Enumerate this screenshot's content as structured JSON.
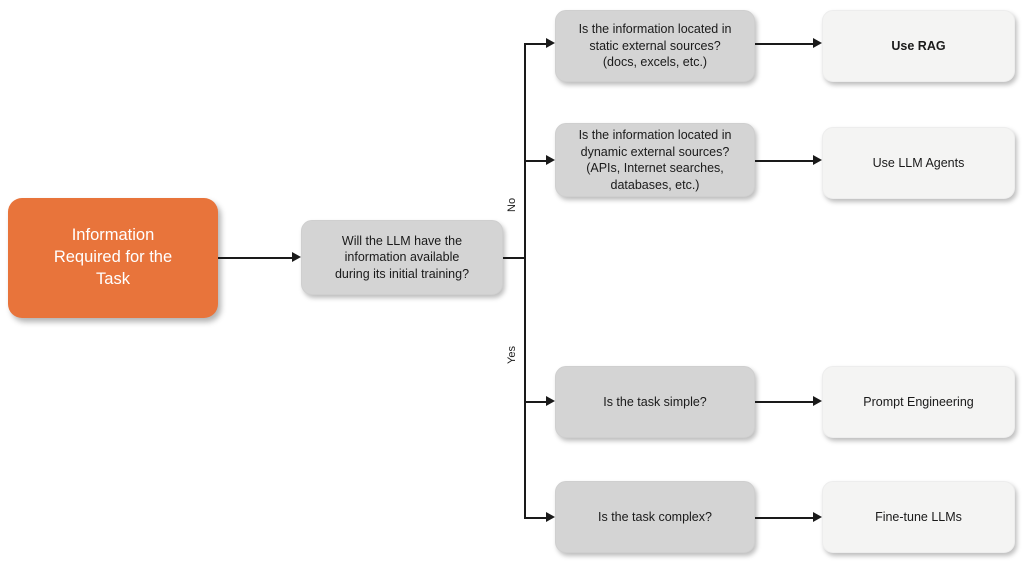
{
  "diagram": {
    "type": "flowchart",
    "title": "Information Required for the Task decision flow",
    "colors": {
      "start_fill": "#E8743B",
      "start_text": "#FFFFFF",
      "question_fill": "#D4D4D4",
      "outcome_fill": "#F4F4F3",
      "line": "#1A1A1A",
      "background": "#FFFFFF"
    },
    "start": {
      "label": "Information\nRequired for the\nTask"
    },
    "decision": {
      "label": "Will the LLM have the\ninformation available\nduring its initial training?"
    },
    "branches": [
      {
        "label": "No"
      },
      {
        "label": "Yes"
      }
    ],
    "rows": [
      {
        "branch": "No",
        "question": "Is the information located in\nstatic external sources?\n(docs, excels, etc.)",
        "outcome": "Use RAG",
        "outcome_bold": true
      },
      {
        "branch": "No",
        "question": "Is the information located in\ndynamic external sources?\n(APIs, Internet searches,\ndatabases, etc.)",
        "outcome": "Use LLM Agents",
        "outcome_bold": false
      },
      {
        "branch": "Yes",
        "question": "Is the task simple?",
        "outcome": "Prompt Engineering",
        "outcome_bold": false
      },
      {
        "branch": "Yes",
        "question": "Is the task complex?",
        "outcome": "Fine-tune LLMs",
        "outcome_bold": false
      }
    ]
  }
}
